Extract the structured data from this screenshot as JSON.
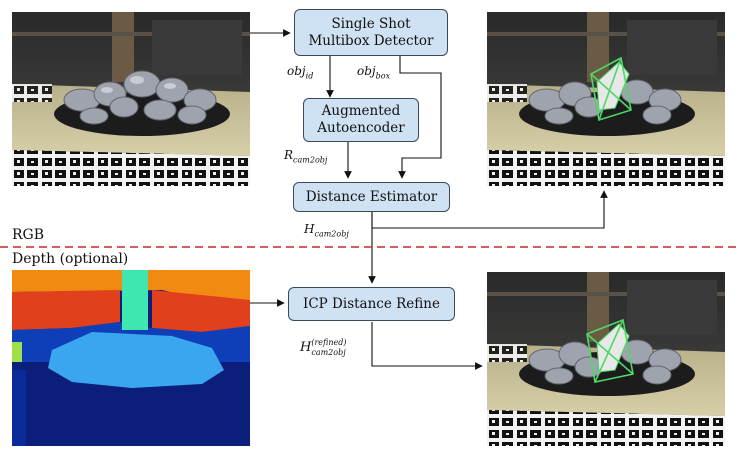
{
  "colors": {
    "box_fill": "#cfe2f3",
    "box_border": "#3a4a5c",
    "divider": "#c62828",
    "detection_box": "#4cd964"
  },
  "boxes": {
    "ssd": {
      "line1": "Single Shot",
      "line2": "Multibox Detector"
    },
    "aae": {
      "line1": "Augmented",
      "line2": "Autoencoder"
    },
    "dist": {
      "label": "Distance Estimator"
    },
    "icp": {
      "label": "ICP Distance Refine"
    }
  },
  "edge_labels": {
    "obj_id": {
      "base": "obj",
      "sub": "id"
    },
    "obj_box": {
      "base": "obj",
      "sub": "box"
    },
    "r_cam2obj": {
      "base": "R",
      "sub": "cam2obj"
    },
    "h_cam2obj": {
      "base": "H",
      "sub": "cam2obj"
    },
    "h_refined": {
      "base": "H",
      "sup": "(refined)",
      "sub": "cam2obj"
    }
  },
  "section_labels": {
    "rgb": "RGB",
    "depth": "Depth (optional)"
  },
  "images": {
    "rgb_input": "rgb-scene-photo",
    "rgb_output": "rgb-detection-photo",
    "depth_input": "depth-map-image",
    "refined_output": "refined-detection-photo"
  }
}
